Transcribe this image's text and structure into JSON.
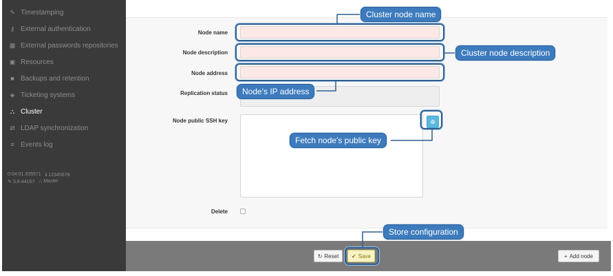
{
  "sidebar": {
    "items": [
      {
        "label": "Timestamping",
        "icon": "pencil-icon",
        "glyph": "✎"
      },
      {
        "label": "External authentication",
        "icon": "key-icon",
        "glyph": "⚷"
      },
      {
        "label": "External passwords repositories",
        "icon": "grid-icon",
        "glyph": "▦"
      },
      {
        "label": "Resources",
        "icon": "image-icon",
        "glyph": "▣"
      },
      {
        "label": "Backups and retention",
        "icon": "archive-icon",
        "glyph": "■"
      },
      {
        "label": "Ticketing systems",
        "icon": "tag-icon",
        "glyph": "◈"
      },
      {
        "label": "Cluster",
        "icon": "sitemap-icon",
        "glyph": "⛬"
      },
      {
        "label": "LDAP synchronization",
        "icon": "exchange-icon",
        "glyph": "⇄"
      },
      {
        "label": "Events log",
        "icon": "list-icon",
        "glyph": "≡"
      }
    ],
    "info": {
      "uptime": "0:04:01.335571",
      "build": "12345678",
      "version": "3.8-44167",
      "role": "Master"
    }
  },
  "form": {
    "node_name_label": "Node name",
    "node_description_label": "Node description",
    "node_address_label": "Node address",
    "replication_status_label": "Replication status",
    "ssh_key_label": "Node public SSH key",
    "delete_label": "Delete",
    "node_name_value": "",
    "node_description_value": "",
    "node_address_value": "",
    "fetch_glyph": "⊕"
  },
  "toolbar": {
    "reset_label": "Reset",
    "save_label": "Save",
    "add_node_label": "Add node",
    "reset_glyph": "↻",
    "save_glyph": "✔",
    "add_glyph": "+"
  },
  "callouts": {
    "cluster_node_name": "Cluster node name",
    "cluster_node_description": "Cluster node description",
    "node_ip_address": "Node's IP address",
    "fetch_public_key": "Fetch node's public key",
    "store_configuration": "Store configuration"
  },
  "colors": {
    "sidebar_bg": "#3a3a3a",
    "callout_bg": "#3d7bbd",
    "ring": "#2f5f8f",
    "input_bg": "#fce8e6",
    "save_bg": "#f7f3c4",
    "fetch_bg": "#5bb7de"
  }
}
